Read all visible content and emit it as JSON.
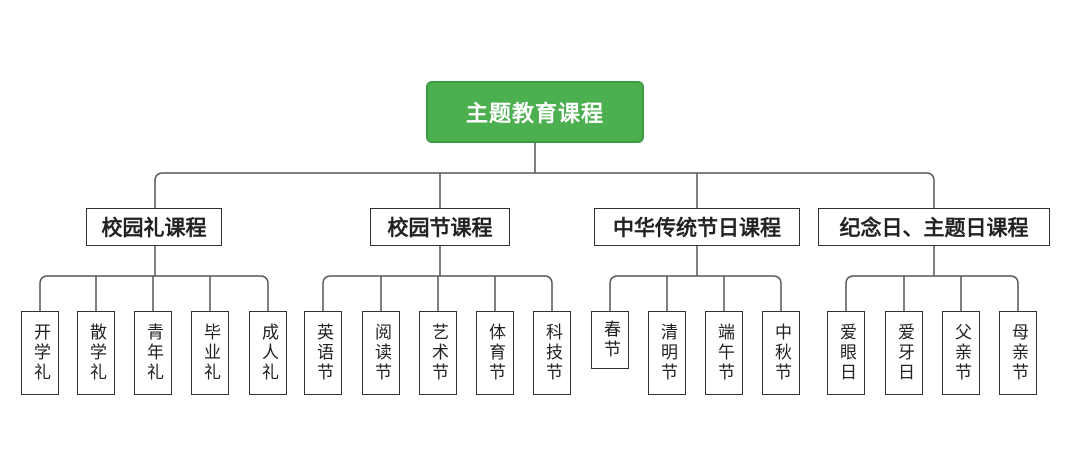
{
  "root": {
    "label": "主题教育课程",
    "color": "#4caf50"
  },
  "categories": [
    {
      "label": "校园礼课程",
      "items": [
        "开学礼",
        "散学礼",
        "青年礼",
        "毕业礼",
        "成人礼"
      ]
    },
    {
      "label": "校园节课程",
      "items": [
        "英语节",
        "阅读节",
        "艺术节",
        "体育节",
        "科技节"
      ]
    },
    {
      "label": "中华传统节日课程",
      "items": [
        "春节",
        "清明节",
        "端午节",
        "中秋节"
      ]
    },
    {
      "label": "纪念日、主题日课程",
      "items": [
        "爱眼日",
        "爱牙日",
        "父亲节",
        "母亲节"
      ]
    }
  ],
  "line_color": "#555555"
}
